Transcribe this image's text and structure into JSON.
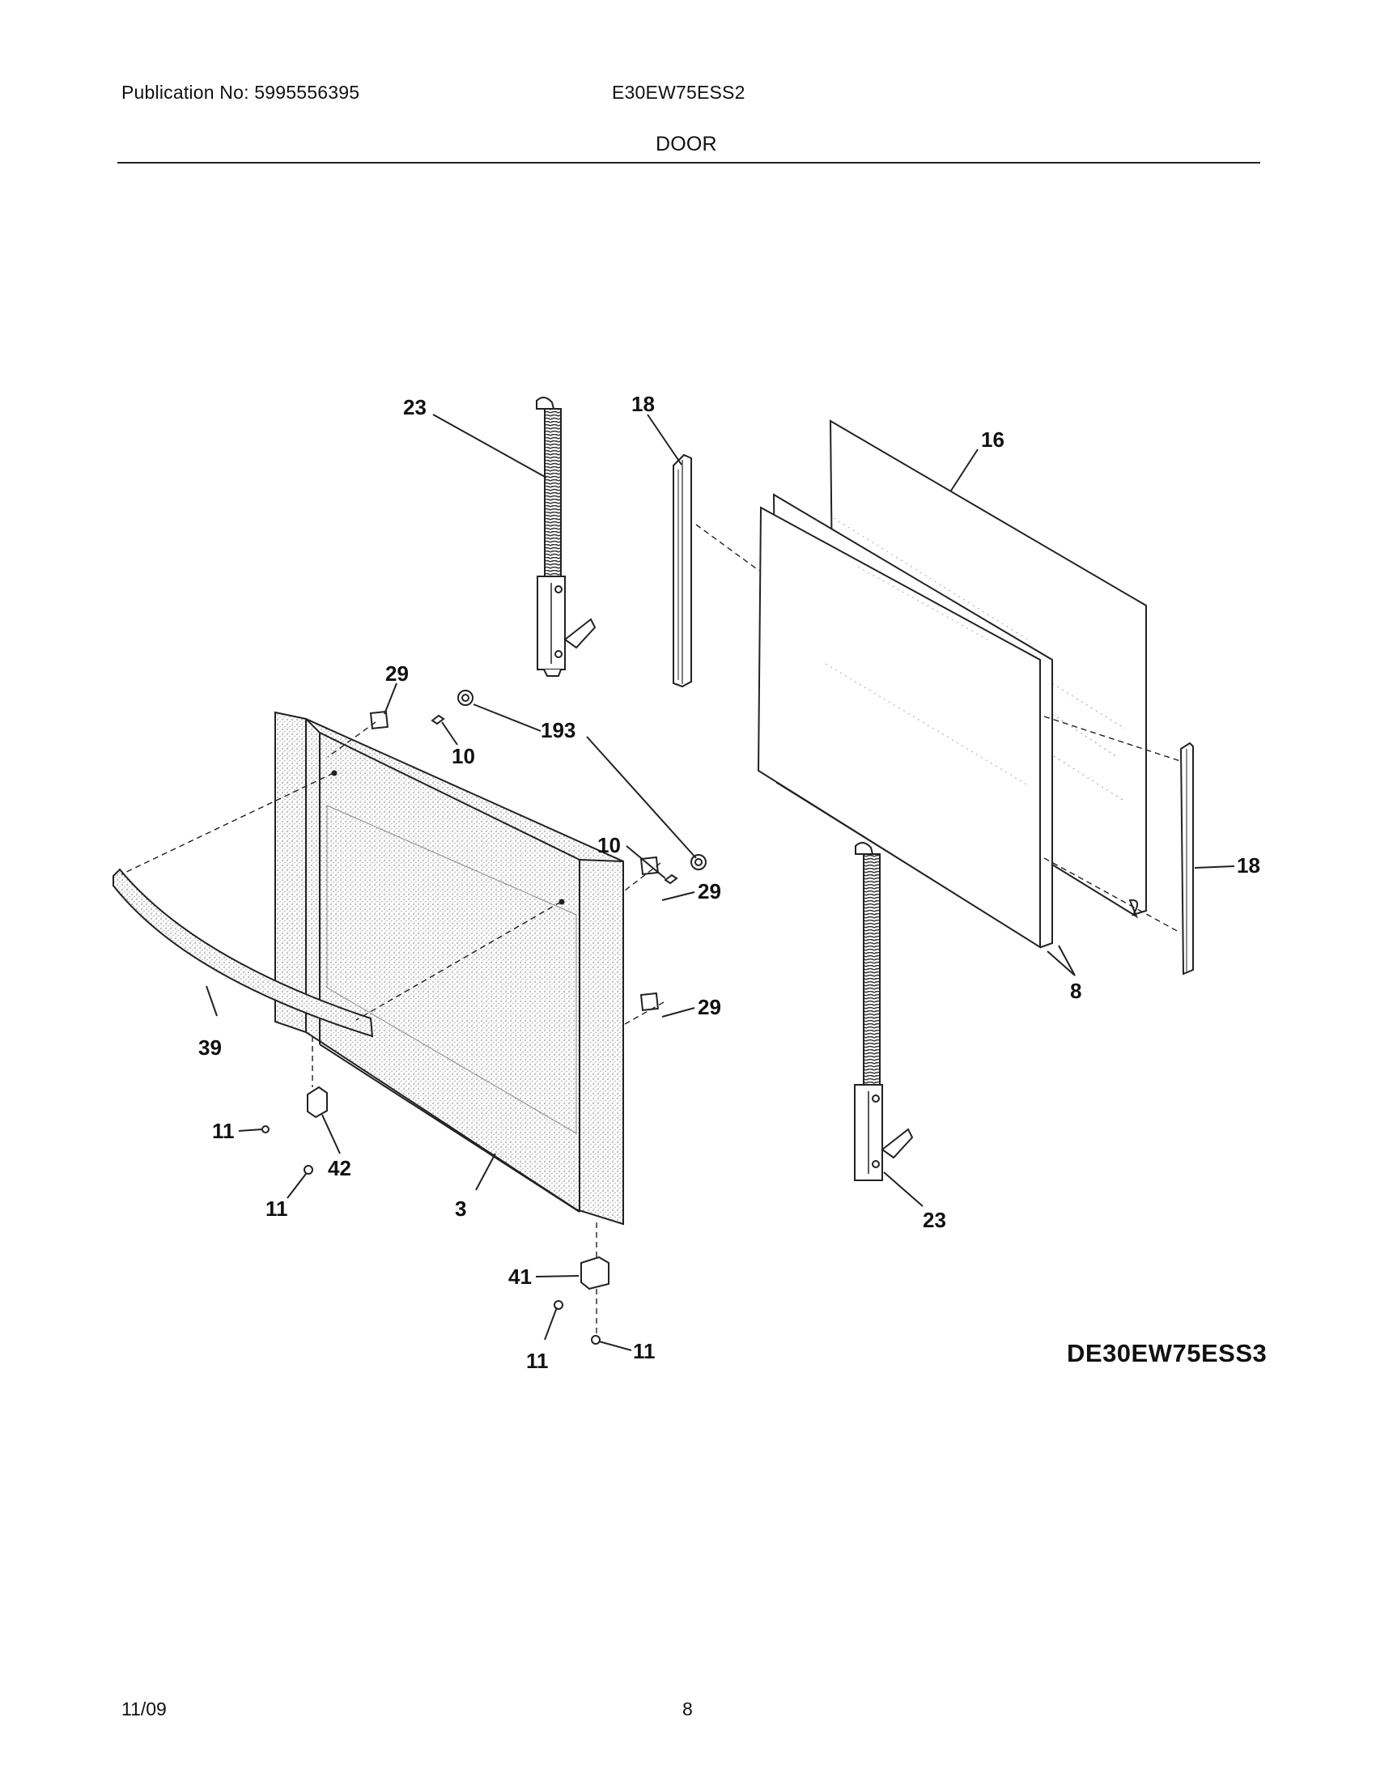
{
  "header": {
    "publication": "Publication No: 5995556395",
    "model": "E30EW75ESS2",
    "section_title": "DOOR"
  },
  "diagram": {
    "id_label": "DE30EW75ESS3",
    "callouts": {
      "c23a": "23",
      "c18a": "18",
      "c16": "16",
      "c29a": "29",
      "c10a": "10",
      "c193": "193",
      "c10b": "10",
      "c29b": "29",
      "c29c": "29",
      "c18b": "18",
      "c8": "8",
      "c39": "39",
      "c11a": "11",
      "c42": "42",
      "c11b": "11",
      "c3": "3",
      "c23b": "23",
      "c41": "41",
      "c11c": "11",
      "c11d": "11"
    }
  },
  "footer": {
    "date": "11/09",
    "page_number": "8"
  }
}
